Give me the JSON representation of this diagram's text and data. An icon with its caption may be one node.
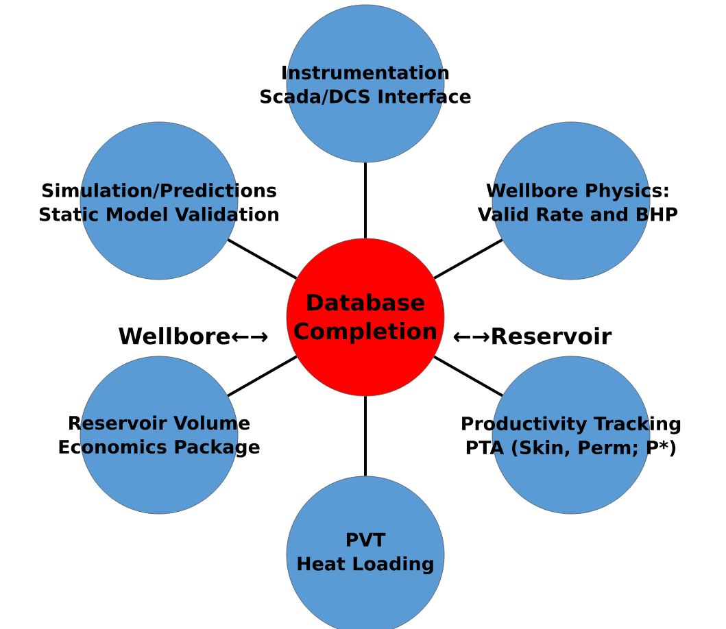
{
  "diagram": {
    "nodes": [
      {
        "text": [
          "Instrumentation",
          "Scada/DCS Interface"
        ]
      },
      {
        "text": [
          "Simulation/Predictions",
          "Static Model Validation"
        ]
      },
      {
        "text": [
          "Wellbore Physics:",
          "Valid Rate and BHP"
        ]
      },
      {
        "text": [
          "Database",
          "Completion"
        ]
      },
      {
        "text": [
          "Reservoir Volume",
          "Economics Package"
        ]
      },
      {
        "text": [
          "Productivity Tracking",
          "PTA (Skin, Perm; P*)"
        ]
      },
      {
        "text": [
          "PVT",
          "Heat Loading"
        ]
      }
    ],
    "edges": [
      {
        "from": 3,
        "to": 0,
        "arrow": "none"
      },
      {
        "from": 3,
        "to": 1,
        "arrow": "none"
      },
      {
        "from": 3,
        "to": 2,
        "arrow": "none"
      },
      {
        "from": 3,
        "to": 4,
        "arrow": "none"
      },
      {
        "from": 3,
        "to": 5,
        "arrow": "none"
      },
      {
        "from": 3,
        "to": 6,
        "arrow": "none"
      }
    ],
    "labels": [
      "Wellbore←→",
      "←→Reservoir"
    ]
  }
}
